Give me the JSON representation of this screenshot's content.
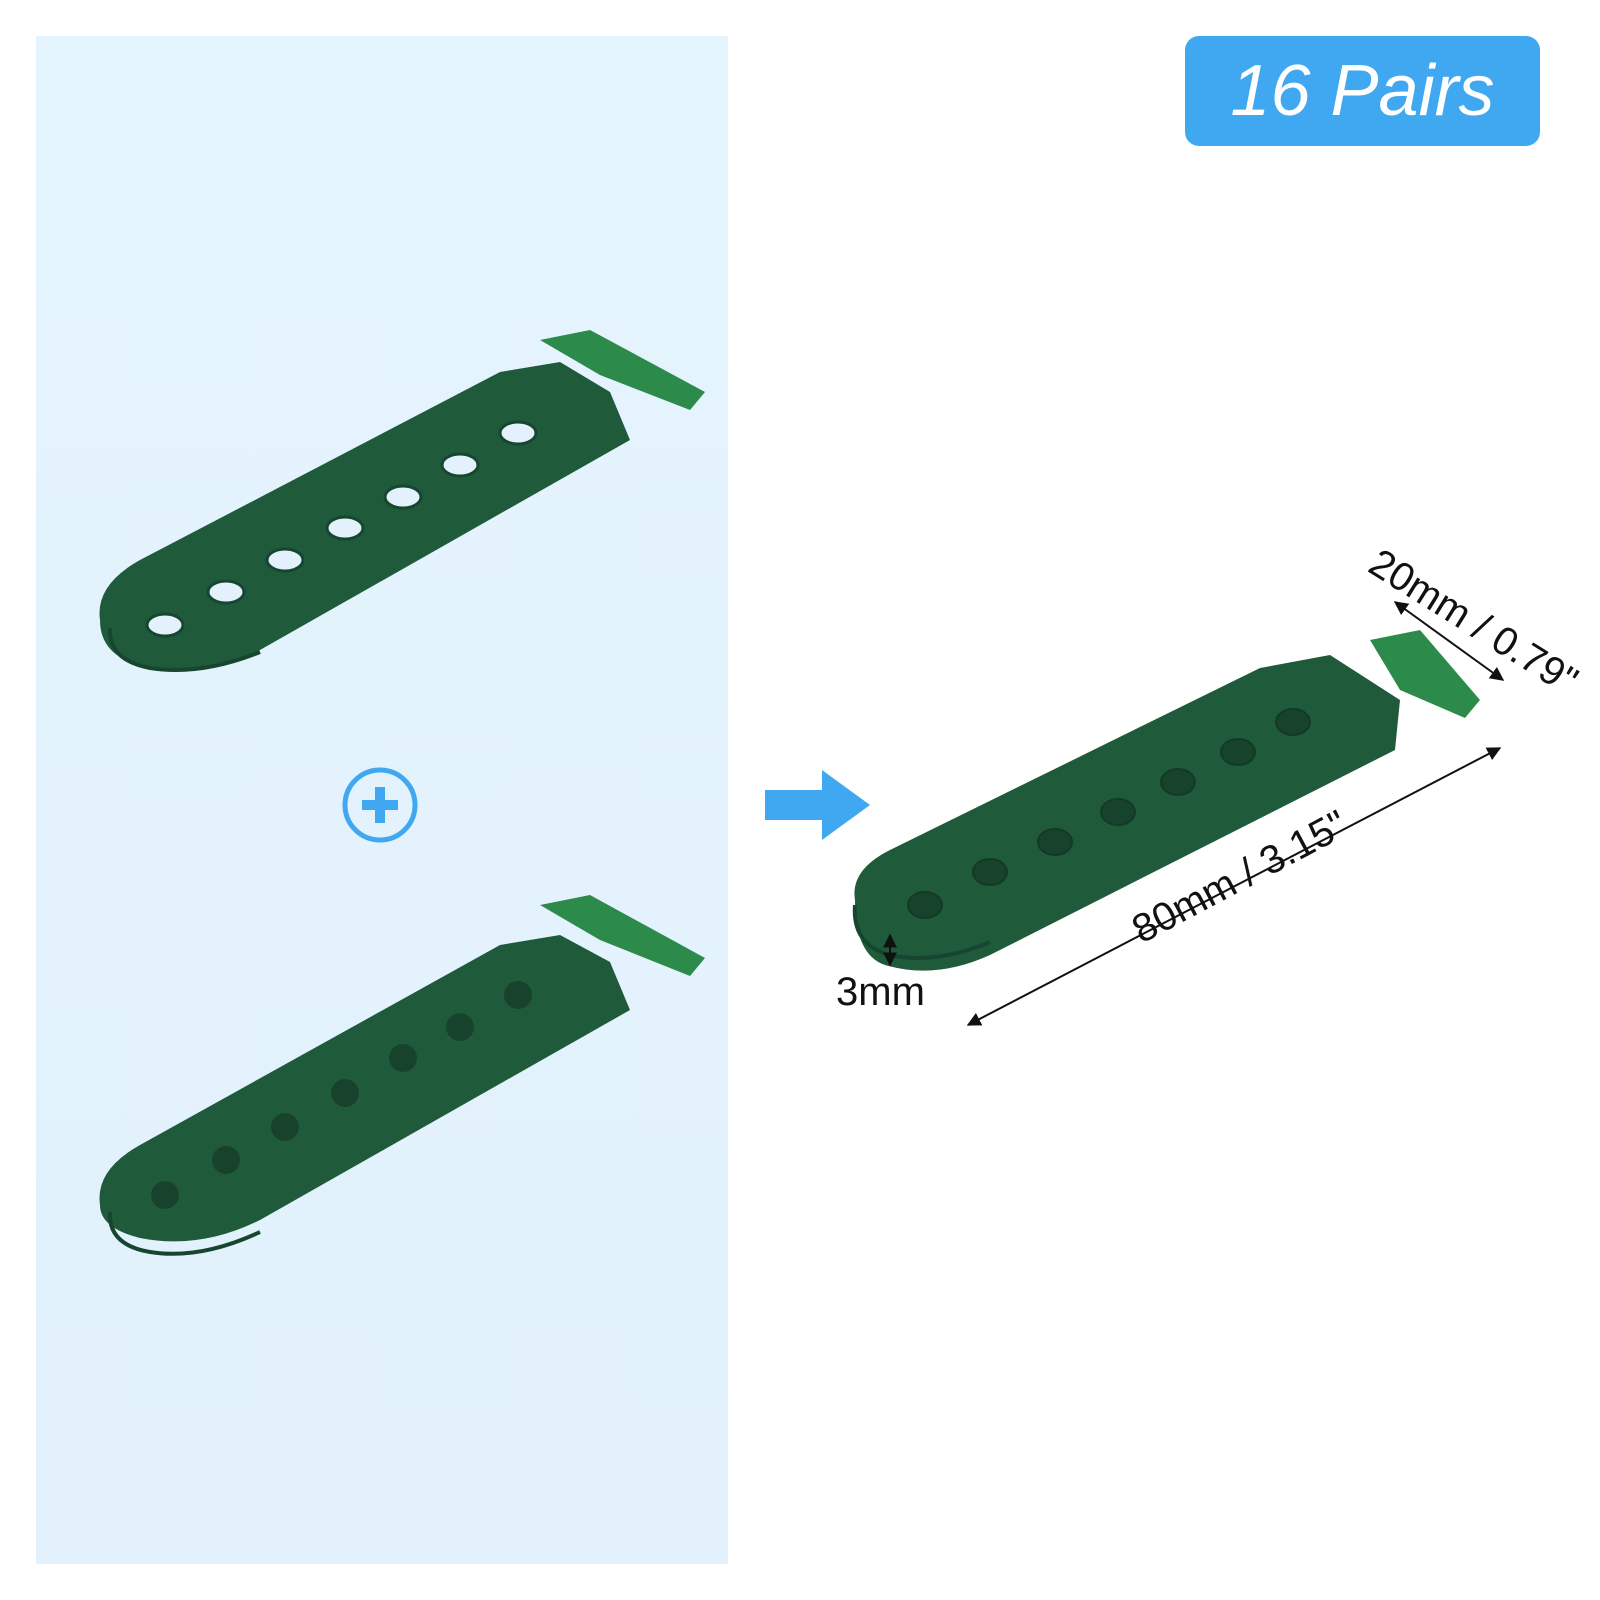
{
  "badge": {
    "text": "16 Pairs"
  },
  "dimensions": {
    "length": "80mm / 3.15\"",
    "width": "20mm / 0.79\"",
    "thickness": "3mm"
  },
  "colors": {
    "panel": "#e3f3fd",
    "accent": "#3fa8f1",
    "strap": "#1f5a3a",
    "strap_edge": "#2e8a4e"
  },
  "icons": {
    "plus": "plus-circle-icon",
    "arrow": "arrow-right-icon"
  }
}
